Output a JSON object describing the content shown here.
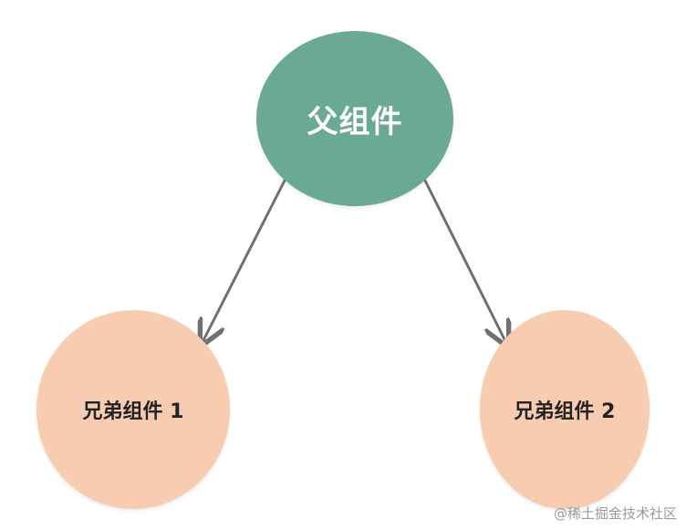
{
  "diagram": {
    "parent": {
      "label": "父组件",
      "color": "#6aaa93"
    },
    "children": [
      {
        "label": "兄弟组件 1",
        "color": "#f8ccb0"
      },
      {
        "label": "兄弟组件 2",
        "color": "#f8ccb0"
      }
    ],
    "edges": [
      {
        "from": "父组件",
        "to": "兄弟组件 1"
      },
      {
        "from": "父组件",
        "to": "兄弟组件 2"
      }
    ],
    "arrow_color": "#707070"
  },
  "watermark": {
    "text": "@稀土掘金技术社区"
  }
}
